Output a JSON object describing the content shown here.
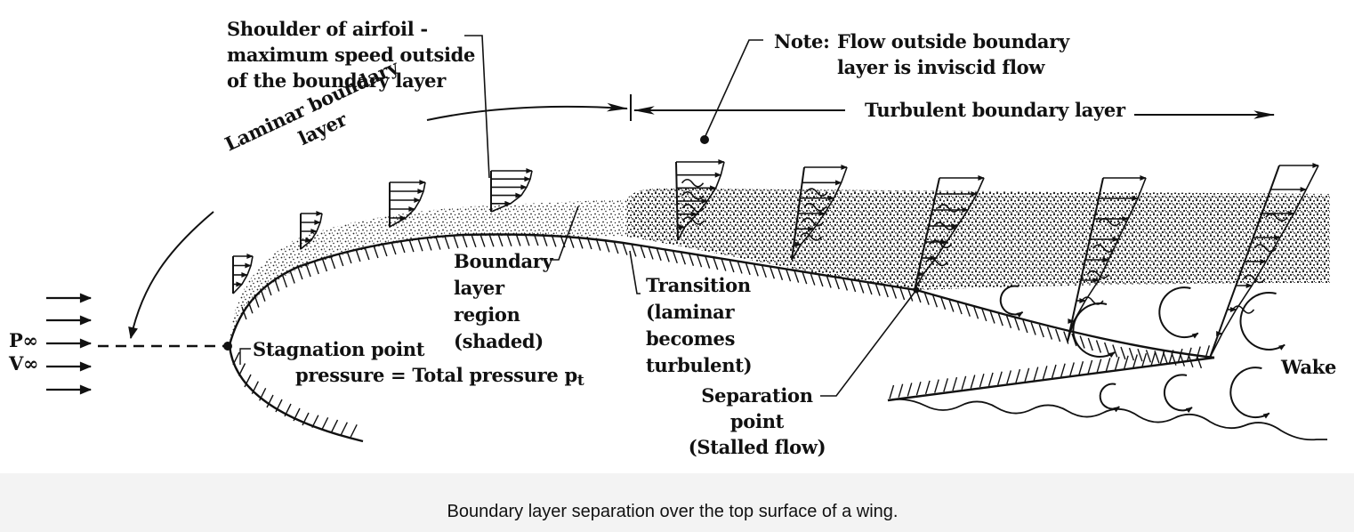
{
  "labels": {
    "shoulder": [
      "Shoulder of airfoil -",
      "maximum speed outside",
      "of the boundary layer"
    ],
    "note_prefix": "Note:",
    "note": [
      "Flow outside boundary",
      "layer is inviscid flow"
    ],
    "turbulent": "Turbulent boundary layer",
    "laminar": [
      "Laminar boundary",
      "layer"
    ],
    "boundary_region": [
      "Boundary",
      "layer",
      "region",
      "(shaded)"
    ],
    "transition": [
      "Transition",
      "(laminar",
      "becomes",
      "turbulent)"
    ],
    "p_inf": "P∞",
    "v_inf": "V∞",
    "stagnation": "Stagnation point",
    "pressure_text": "pressure = Total pressure p",
    "pressure_sub": "t",
    "separation": [
      "Separation",
      "point",
      "(Stalled flow)"
    ],
    "wake": "Wake"
  },
  "caption": "Boundary layer separation over the top surface of a wing.",
  "colors": {
    "ink": "#111111",
    "caption_bg": "#f3f3f3"
  }
}
